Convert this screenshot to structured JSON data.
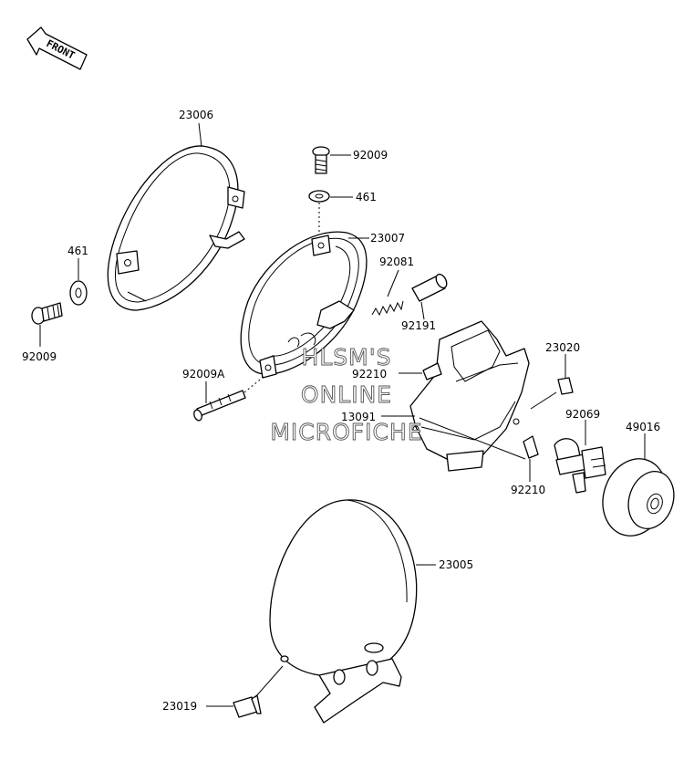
{
  "front_arrow": {
    "label": "FRONT"
  },
  "watermark": {
    "line1": "HLSM'S",
    "line2": "ONLINE",
    "line3": "MICROFICHE"
  },
  "labels": {
    "p23006": "23006",
    "p92009_top": "92009",
    "p461_top": "461",
    "p23007": "23007",
    "p461_left": "461",
    "p92009_left": "92009",
    "p92081": "92081",
    "p92191": "92191",
    "p23020": "23020",
    "p92210_a": "92210",
    "p92009a": "92009A",
    "p13091": "13091",
    "p92069": "92069",
    "p49016": "49016",
    "p92210_b": "92210",
    "p23005": "23005",
    "p23019": "23019"
  }
}
